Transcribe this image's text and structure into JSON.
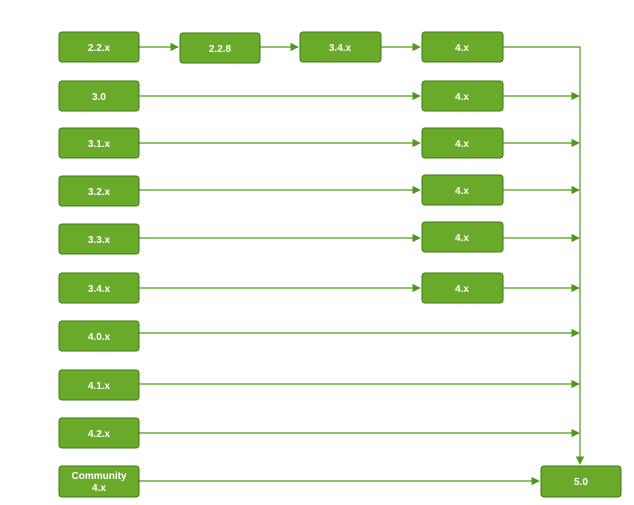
{
  "colors": {
    "node_fill": "#6aaa2a",
    "node_stroke": "#3f7a12",
    "edge": "#4d9a1e",
    "label": "#ffffff"
  },
  "nodes": {
    "n_2_2_x": "2.2.x",
    "n_2_2_8": "2.2.8",
    "n_3_4_x_mid": "3.4.x",
    "n_4_x_r1": "4.x",
    "n_3_0": "3.0",
    "n_4_x_r2": "4.x",
    "n_3_1_x": "3.1.x",
    "n_4_x_r3": "4.x",
    "n_3_2_x": "3.2.x",
    "n_4_x_r4": "4.x",
    "n_3_3_x": "3.3.x",
    "n_4_x_r5": "4.x",
    "n_3_4_x": "3.4.x",
    "n_4_x_r6": "4.x",
    "n_4_0_x": "4.0.x",
    "n_4_1_x": "4.1.x",
    "n_4_2_x": "4.2.x",
    "n_community_line1": "Community",
    "n_community_line2": "4.x",
    "n_5_0": "5.0"
  }
}
